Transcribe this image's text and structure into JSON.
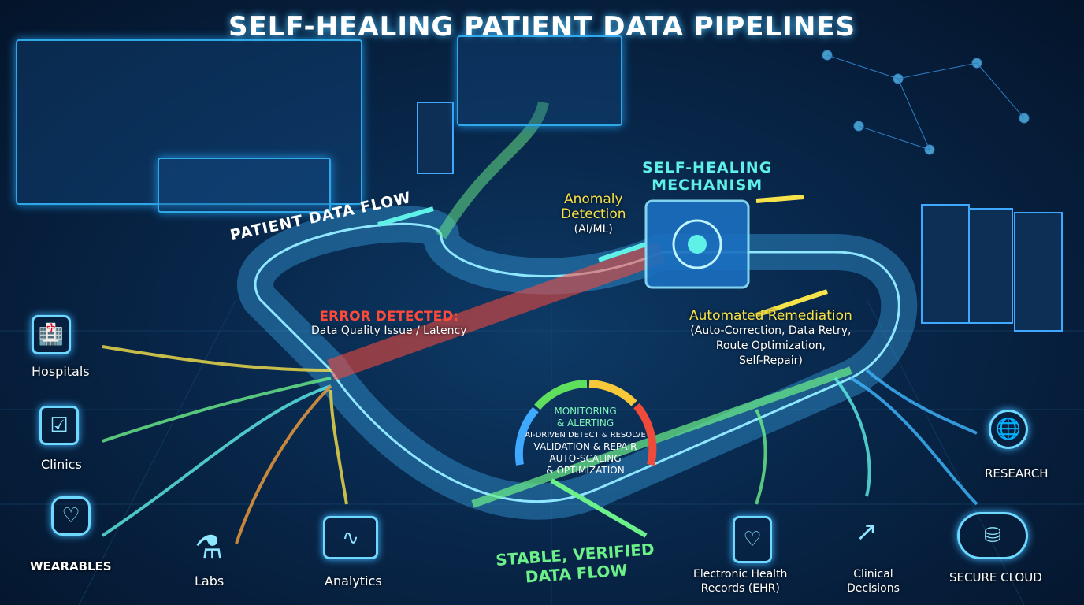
{
  "title": "SELF-HEALING PATIENT DATA PIPELINES",
  "flow_label": "PATIENT DATA FLOW",
  "error": {
    "heading": "ERROR DETECTED:",
    "detail": "Data Quality Issue / Latency"
  },
  "anomaly": {
    "line1": "Anomaly",
    "line2": "Detection",
    "line3": "(AI/ML)"
  },
  "mechanism": {
    "line1": "SELF-HEALING",
    "line2": "MECHANISM"
  },
  "remediation": {
    "heading": "Automated Remediation",
    "line1": "(Auto-Correction, Data Retry,",
    "line2": "Route Optimization,",
    "line3": "Self-Repair)"
  },
  "gauge": {
    "line1": "MONITORING",
    "line2": "& ALERTING",
    "line3": "AI-DRIVEN DETECT & RESOLVE",
    "line4": "VALIDATION & REPAIR",
    "line5": "AUTO-SCALING",
    "line6": "& OPTIMIZATION"
  },
  "stable": {
    "line1": "STABLE, VERIFIED",
    "line2": "DATA FLOW"
  },
  "sources": [
    {
      "label": "Hospitals",
      "icon": "hospital-icon"
    },
    {
      "label": "Clinics",
      "icon": "clipboard-icon"
    },
    {
      "label": "WEARABLES",
      "icon": "smartwatch-icon"
    },
    {
      "label": "Labs",
      "icon": "flask-icon"
    },
    {
      "label": "Analytics",
      "icon": "monitor-icon"
    }
  ],
  "outputs": [
    {
      "label1": "Electronic Health",
      "label2": "Records (EHR)",
      "icon": "ehr-clipboard-icon"
    },
    {
      "label1": "Clinical",
      "label2": "Decisions",
      "icon": "bar-chart-icon"
    },
    {
      "label1": "SECURE CLOUD",
      "icon": "cloud-database-icon"
    },
    {
      "label1": "RESEARCH",
      "icon": "globe-search-icon"
    }
  ],
  "colors": {
    "cyan": "#5ff0e8",
    "yellow": "#f6e24a",
    "red": "#ff4a3a",
    "green": "#6cf08a",
    "bg": "#061a33"
  }
}
